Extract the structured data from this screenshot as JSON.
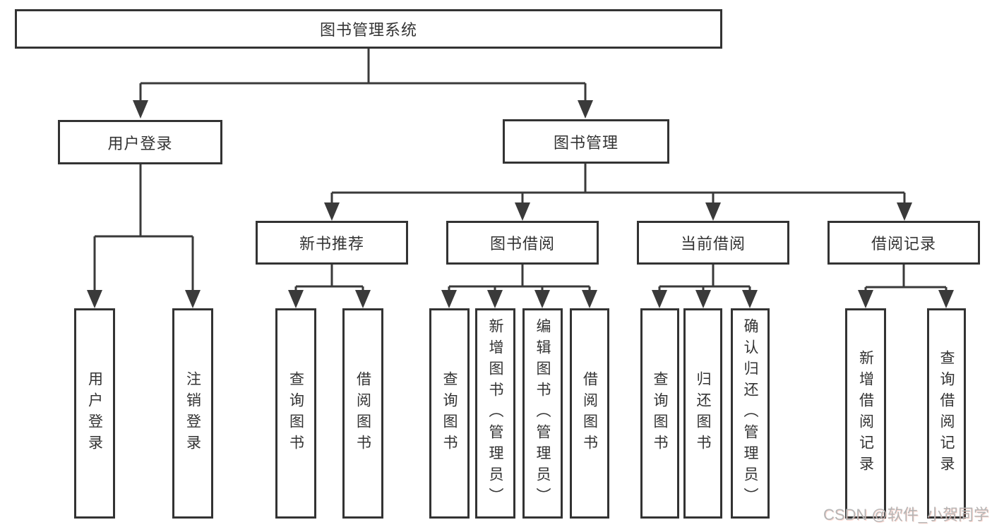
{
  "tree": {
    "label": "图书管理系统",
    "children": [
      {
        "label": "用户登录",
        "children": [
          {
            "label": "用户登录"
          },
          {
            "label": "注销登录"
          }
        ]
      },
      {
        "label": "图书管理",
        "children": [
          {
            "label": "新书推荐",
            "children": [
              {
                "label": "查询图书"
              },
              {
                "label": "借阅图书"
              }
            ]
          },
          {
            "label": "图书借阅",
            "children": [
              {
                "label": "查询图书"
              },
              {
                "label": "新增图书（管理员）"
              },
              {
                "label": "编辑图书（管理员）"
              },
              {
                "label": "借阅图书"
              }
            ]
          },
          {
            "label": "当前借阅",
            "children": [
              {
                "label": "查询图书"
              },
              {
                "label": "归还图书"
              },
              {
                "label": "确认归还（管理员）"
              }
            ]
          },
          {
            "label": "借阅记录",
            "children": [
              {
                "label": "新增借阅记录"
              },
              {
                "label": "查询借阅记录"
              }
            ]
          }
        ]
      }
    ]
  },
  "watermark": "CSDN @软件_小贺同学",
  "colors": {
    "line": "#3a3a3a",
    "box_border": "#333333",
    "text": "#333333",
    "watermark": "#b5b5b5",
    "background": "#ffffff"
  }
}
